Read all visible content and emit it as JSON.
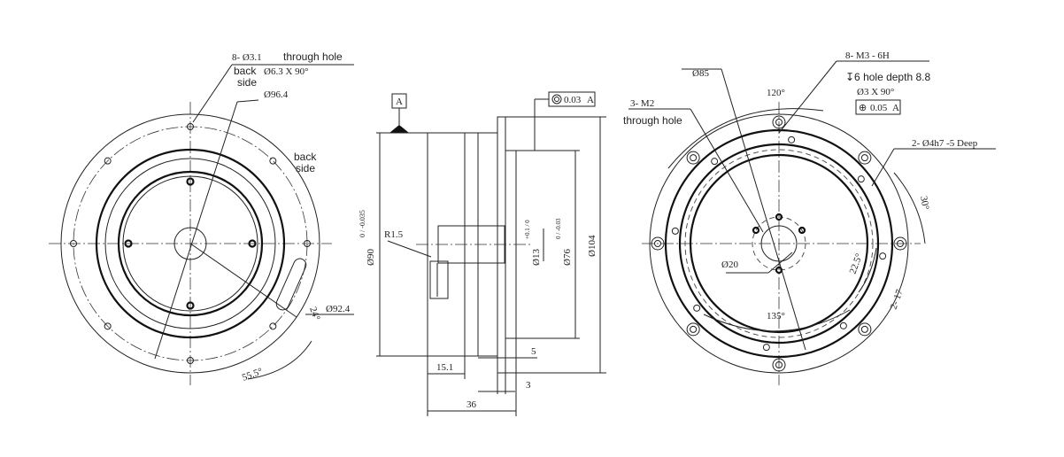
{
  "left_view": {
    "hole_note": "8- Ø3.1",
    "hole_note_suffix": "through hole",
    "back_side_1": "back",
    "back_side_1b": "side",
    "countersink": "Ø6.3 X 90°",
    "dia_964": "Ø96.4",
    "back_side_2": "back",
    "back_side_2b": "side",
    "dia_924": "Ø92.4",
    "angle_24": "24°",
    "angle_555": "55.5°"
  },
  "side_view": {
    "datum": "A",
    "concentricity_tol": "0.03",
    "concentricity_ref": "A",
    "r15": "R1.5",
    "dia_90": "Ø90",
    "dia_90_tol": "0 / -0.035",
    "dia_13": "Ø13",
    "dia_13_tol": "+0.1 / 0",
    "dia_76": "Ø76",
    "dia_76_tol": "0 / -0.03",
    "dia_104": "Ø104",
    "dim_151": "15.1",
    "dim_5": "5",
    "dim_3": "3",
    "dim_36": "36"
  },
  "right_view": {
    "dia_85": "Ø85",
    "m2_note": "3- M2",
    "m2_note_b": "through hole",
    "m3_note": "8- M3 - 6H",
    "m3_depth": "↧6 hole depth 8.8",
    "m3_csk": "Ø3 X 90°",
    "position_tol": "0.05",
    "position_ref": "A",
    "angle_120": "120°",
    "pin_note": "2- Ø4h7 -5 Deep",
    "angle_30": "30°",
    "dia_20": "Ø20",
    "angle_225": "22.5°",
    "dim_17": "2- 17",
    "angle_135": "135°"
  }
}
